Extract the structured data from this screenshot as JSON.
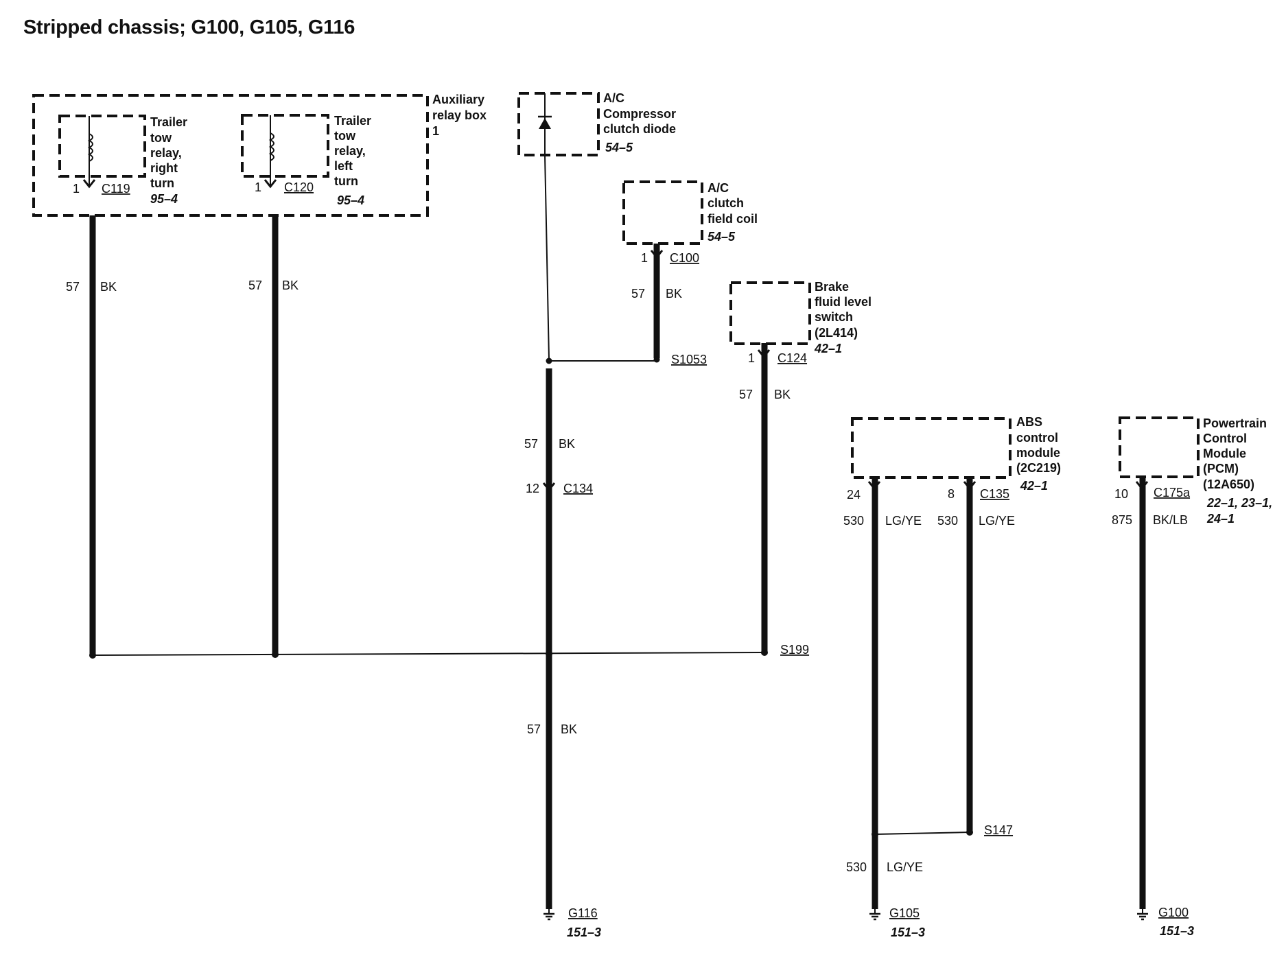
{
  "title": "Stripped chassis; G100, G105, G116",
  "components": {
    "aux_relay_box": [
      "Auxiliary",
      "relay box",
      "1"
    ],
    "right_relay": {
      "lines": [
        "Trailer",
        "tow",
        "relay,",
        "right",
        "turn"
      ],
      "ref": "95–4",
      "pin": "1",
      "connector": "C119"
    },
    "left_relay": {
      "lines": [
        "Trailer",
        "tow",
        "relay,",
        "left",
        "turn"
      ],
      "ref": "95–4",
      "pin": "1",
      "connector": "C120"
    },
    "ac_diode": {
      "lines": [
        "A/C",
        "Compressor",
        "clutch diode"
      ],
      "ref": "54–5"
    },
    "ac_coil": {
      "lines": [
        "A/C",
        "clutch",
        "field coil"
      ],
      "ref": "54–5",
      "pin": "1",
      "connector": "C100"
    },
    "brake_switch": {
      "lines": [
        "Brake",
        "fluid level",
        "switch",
        "(2L414)"
      ],
      "ref": "42–1",
      "pin": "1",
      "connector": "C124"
    },
    "abs": {
      "lines": [
        "ABS",
        "control",
        "module",
        "(2C219)"
      ],
      "ref": "42–1",
      "pin_a": "24",
      "pin_b": "8",
      "connector": "C135"
    },
    "pcm": {
      "lines": [
        "Powertrain",
        "Control",
        "Module",
        "(PCM)",
        "(12A650)"
      ],
      "ref_lines": [
        "22–1, 23–1,",
        "24–1"
      ],
      "pin": "10",
      "connector": "C175a"
    }
  },
  "wires": {
    "w57": "57",
    "bk": "BK",
    "w530": "530",
    "lgye": "LG/YE",
    "w875": "875",
    "bklb": "BK/LB"
  },
  "c134": {
    "pin": "12",
    "connector": "C134"
  },
  "splices": {
    "s1053": "S1053",
    "s199": "S199",
    "s147": "S147"
  },
  "grounds": {
    "g116": {
      "name": "G116",
      "ref": "151–3"
    },
    "g105": {
      "name": "G105",
      "ref": "151–3"
    },
    "g100": {
      "name": "G100",
      "ref": "151–3"
    }
  }
}
